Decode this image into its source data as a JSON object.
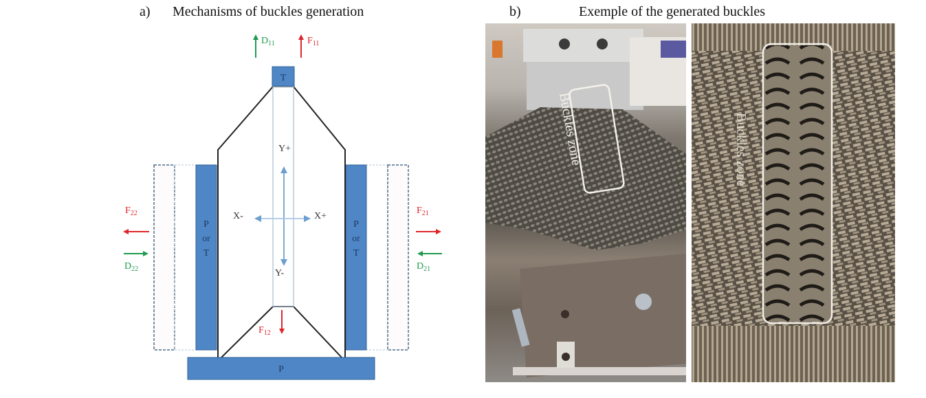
{
  "panel_a": {
    "letter": "a)",
    "title": "Mechanisms of buckles generation",
    "top_block_label": "T",
    "bottom_plate_label": "P",
    "side_left_label": [
      "P",
      "or",
      "T"
    ],
    "side_right_label": [
      "P",
      "or",
      "T"
    ],
    "axes": {
      "y_plus": "Y+",
      "y_minus": "Y-",
      "x_plus": "X+",
      "x_minus": "X-"
    },
    "forces": {
      "D11": {
        "base": "D",
        "sub": "11",
        "direction": "up",
        "color": "#1e9a4e"
      },
      "F11": {
        "base": "F",
        "sub": "11",
        "direction": "up",
        "color": "#e0242b"
      },
      "F12": {
        "base": "F",
        "sub": "12",
        "direction": "down",
        "color": "#e0242b"
      },
      "F21": {
        "base": "F",
        "sub": "21",
        "direction": "right",
        "color": "#e0242b"
      },
      "D21": {
        "base": "D",
        "sub": "21",
        "direction": "left",
        "color": "#1e9a4e"
      },
      "F22": {
        "base": "F",
        "sub": "22",
        "direction": "left",
        "color": "#e0242b"
      },
      "D22": {
        "base": "D",
        "sub": "22",
        "direction": "right",
        "color": "#1e9a4e"
      }
    },
    "colors": {
      "block_fill": "#4f86c6",
      "block_stroke": "#2d5f95",
      "axis_arrow": "#6c9fd0",
      "outline": "#222222"
    }
  },
  "panel_b": {
    "letter": "b)",
    "title": "Exemple of the generated buckles",
    "photo_left_annotation": "Buckles zone",
    "photo_right_annotation": "Buckles zone"
  }
}
